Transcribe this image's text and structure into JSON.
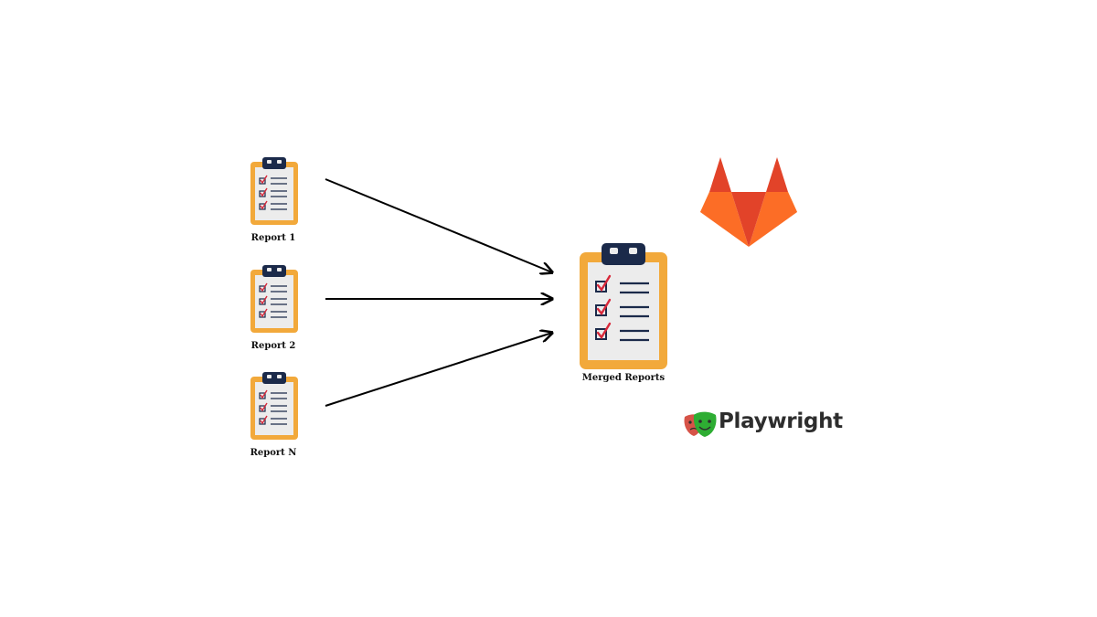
{
  "reports": [
    {
      "label": "Report 1"
    },
    {
      "label": "Report 2"
    },
    {
      "label": "Report N"
    }
  ],
  "merged": {
    "label": "Merged Reports"
  },
  "logos": {
    "gitlab": {
      "icon": "gitlab-logo"
    },
    "playwright": {
      "icon": "playwright-masks-logo",
      "text": "Playwright"
    }
  },
  "colors": {
    "clipboard_frame": "#f2a93b",
    "clipboard_paper": "#ececec",
    "clipboard_clip": "#1b2a4a",
    "check_mark": "#d8283a",
    "line": "#1b2a4a",
    "arrow": "#000000",
    "gitlab_dark": "#e24329",
    "gitlab_mid": "#fc6d26",
    "gitlab_light": "#fca326",
    "playwright_green": "#2ead33",
    "playwright_red": "#d65348"
  }
}
